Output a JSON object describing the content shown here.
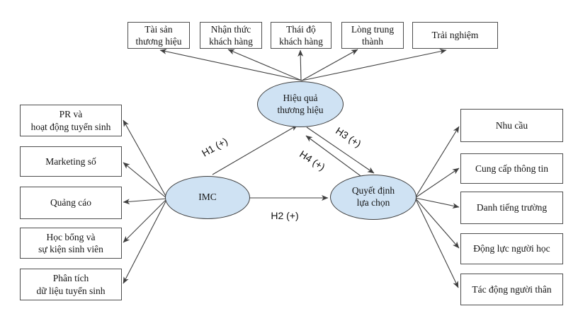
{
  "diagram": {
    "ellipses": {
      "imc": "IMC",
      "brand_effect": "Hiệu quả\nthương hiệu",
      "decision": "Quyết định\nlựa chọn"
    },
    "top_boxes": [
      "Tài sản\nthương hiệu",
      "Nhận thức\nkhách hàng",
      "Thái độ\nkhách hàng",
      "Lòng trung\nthành",
      "Trải nghiệm"
    ],
    "left_boxes": [
      "PR và\nhoạt động tuyển sinh",
      "Marketing số",
      "Quảng cáo",
      "Học bổng và\nsự kiện sinh viên",
      "Phân tích\ndữ liệu tuyển sinh"
    ],
    "right_boxes": [
      "Nhu cầu",
      "Cung cấp thông tin",
      "Danh tiếng trường",
      "Động lực người học",
      "Tác động người thân"
    ],
    "hypotheses": {
      "h1": "H1 (+)",
      "h2": "H2 (+)",
      "h3": "H3 (+)",
      "h4": "H4 (+)"
    },
    "colors": {
      "ellipse_fill": "#cfe2f3",
      "box_border": "#4d4d4d",
      "arrow": "#3f3f3f"
    }
  }
}
